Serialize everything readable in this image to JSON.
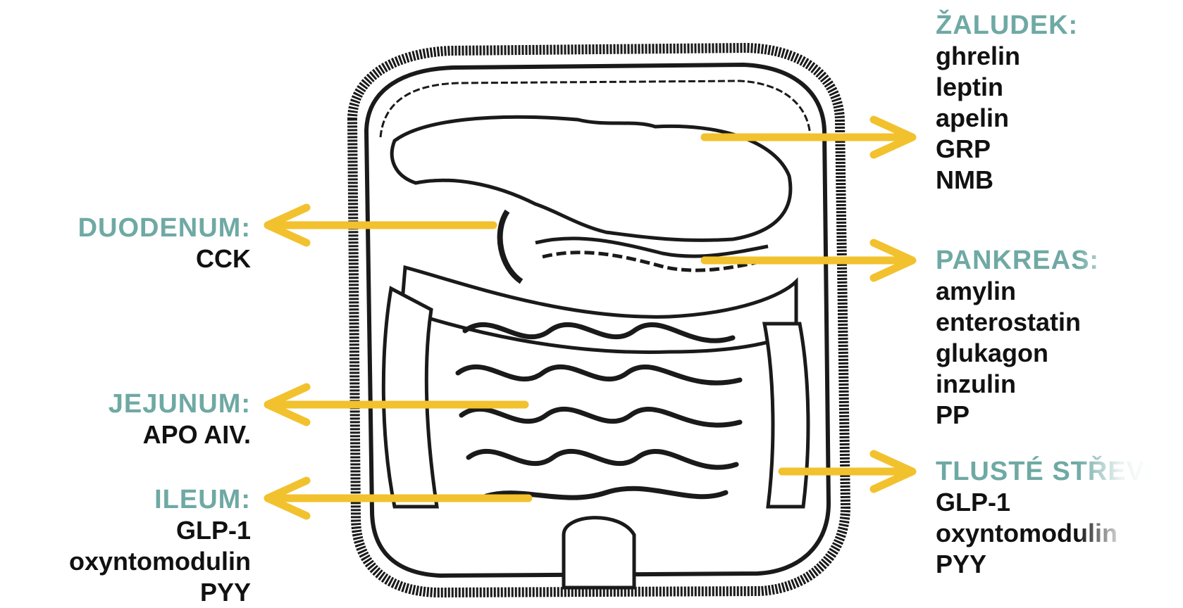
{
  "colors": {
    "heading": "#6fa9a4",
    "text": "#111111",
    "arrow": "#f2c12e",
    "organ_line": "#1a1a1a"
  },
  "labels": {
    "stomach": {
      "heading": "ŽALUDEK:",
      "items": [
        "ghrelin",
        "leptin",
        "apelin",
        "GRP",
        "NMB"
      ]
    },
    "pancreas": {
      "heading": "PANKREAS:",
      "items": [
        "amylin",
        "enterostatin",
        "glukagon",
        "inzulin",
        "PP"
      ]
    },
    "colon": {
      "heading": "TLUSTÉ STŘEVO:",
      "items": [
        "GLP-1",
        "oxyntomodulin",
        "PYY"
      ]
    },
    "duodenum": {
      "heading": "DUODENUM:",
      "items": [
        "CCK"
      ]
    },
    "jejunum": {
      "heading": "JEJUNUM:",
      "items": [
        "APO AIV."
      ]
    },
    "ileum": {
      "heading": "ILEUM:",
      "items": [
        "GLP-1",
        "oxyntomodulin",
        "PYY"
      ]
    }
  }
}
